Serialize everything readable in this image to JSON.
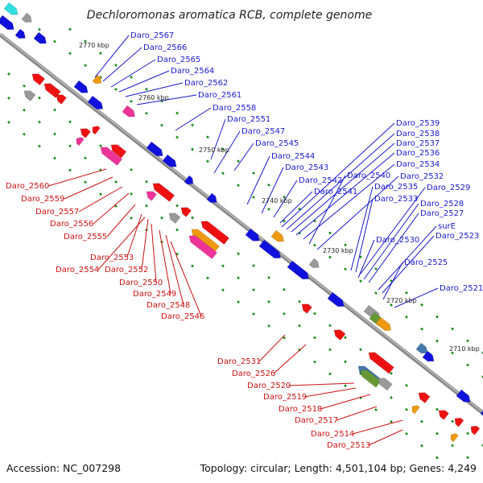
{
  "title": "Dechloromonas aromatica RCB, complete genome",
  "footer": {
    "accession": "Accession: NC_007298",
    "summary": "Topology: circular; Length: 4,501,104 bp; Genes: 4,249"
  },
  "colors": {
    "blue_label": "#1a1acc",
    "red_label": "#cc1111",
    "backbone": "#888888",
    "forward_gene": "#1111dd",
    "reverse_gene": "#ee1111",
    "pink_gene": "#ee3399",
    "orange_gene": "#ee9911",
    "gray_gene": "#999999",
    "steel_gene": "#4477aa",
    "olive_gene": "#669933",
    "cyan_gene": "#33dddd",
    "tick": "#118811"
  },
  "kbp_labels": [
    "2770 kbp",
    "2760 kbp",
    "2750 kbp",
    "2740 kbp",
    "2730 kbp",
    "2720 kbp",
    "2710 kbp"
  ],
  "blue_labels": [
    "Daro_2567",
    "Daro_2566",
    "Daro_2565",
    "Daro_2564",
    "Daro_2562",
    "Daro_2561",
    "Daro_2558",
    "Daro_2551",
    "Daro_2547",
    "Daro_2545",
    "Daro_2544",
    "Daro_2543",
    "Daro_2542",
    "Daro_2541",
    "Daro_2539",
    "Daro_2538",
    "Daro_2537",
    "Daro_2536",
    "Daro_2534",
    "Daro_2540",
    "Daro_2532",
    "Daro_2535",
    "Daro_2529",
    "Daro_2533",
    "Daro_2528",
    "Daro_2527",
    "surE",
    "Daro_2523",
    "Daro_2530",
    "Daro_2525",
    "Daro_2521"
  ],
  "red_labels": [
    "Daro_2560",
    "Daro_2559",
    "Daro_2557",
    "Daro_2556",
    "Daro_2555",
    "Daro_2553",
    "Daro_2554",
    "Daro_2552",
    "Daro_2550",
    "Daro_2549",
    "Daro_2548",
    "Daro_2546",
    "Daro_2531",
    "Daro_2526",
    "Daro_2520",
    "Daro_2519",
    "Daro_2518",
    "Daro_2517",
    "Daro_2514",
    "Daro_2513"
  ]
}
